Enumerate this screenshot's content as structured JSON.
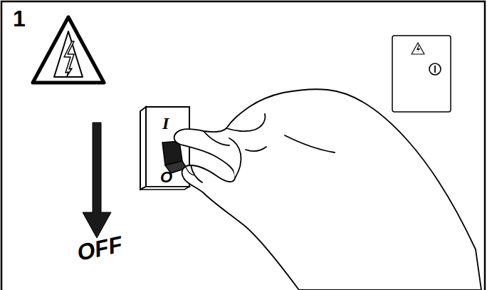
{
  "diagram": {
    "labels": [
      "1",
      "I",
      "O",
      "OFF"
    ]
  }
}
